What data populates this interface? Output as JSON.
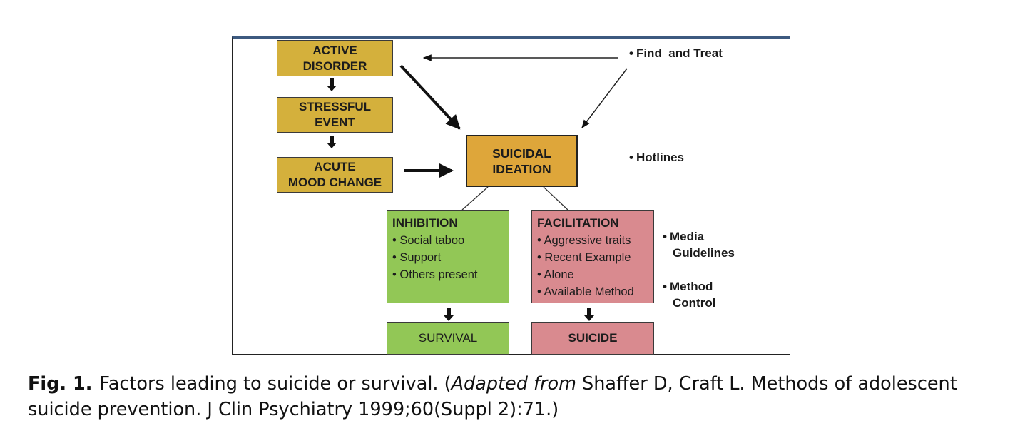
{
  "diagram": {
    "boxes": {
      "active_disorder": {
        "line1": "ACTIVE",
        "line2": "DISORDER"
      },
      "stressful_event": {
        "line1": "STRESSFUL",
        "line2": "EVENT"
      },
      "acute_mood_change": {
        "line1": "ACUTE",
        "line2": "MOOD CHANGE"
      },
      "suicidal_ideation": {
        "line1": "SUICIDAL",
        "line2": "IDEATION"
      },
      "inhibition": {
        "title": "INHIBITION",
        "items": [
          "Social taboo",
          "Support",
          "Others present"
        ]
      },
      "facilitation": {
        "title": "FACILITATION",
        "items": [
          "Aggressive traits",
          "Recent Example",
          "Alone",
          "Available Method"
        ]
      },
      "survival": {
        "label": "SURVIVAL"
      },
      "suicide": {
        "label": "SUICIDE"
      }
    },
    "interventions": {
      "find_and_treat": "Find  and Treat",
      "hotlines": "Hotlines",
      "media_guidelines": {
        "line1": "Media",
        "line2": "Guidelines"
      },
      "method_control": {
        "line1": "Method",
        "line2": "Control"
      }
    },
    "bullet": "•",
    "colors": {
      "gold": "#d4b03c",
      "orange": "#dea63a",
      "green": "#92c756",
      "pink": "#d98a8f",
      "frame_top": "#3d5a80"
    }
  },
  "caption": {
    "label": "Fig. 1.",
    "text_before": "Factors leading to suicide or survival. (",
    "italic": "Adapted from",
    "text_after": " Shaffer D, Craft L. Methods of adolescent suicide prevention. J Clin Psychiatry 1999;60(Suppl 2):71.)"
  }
}
